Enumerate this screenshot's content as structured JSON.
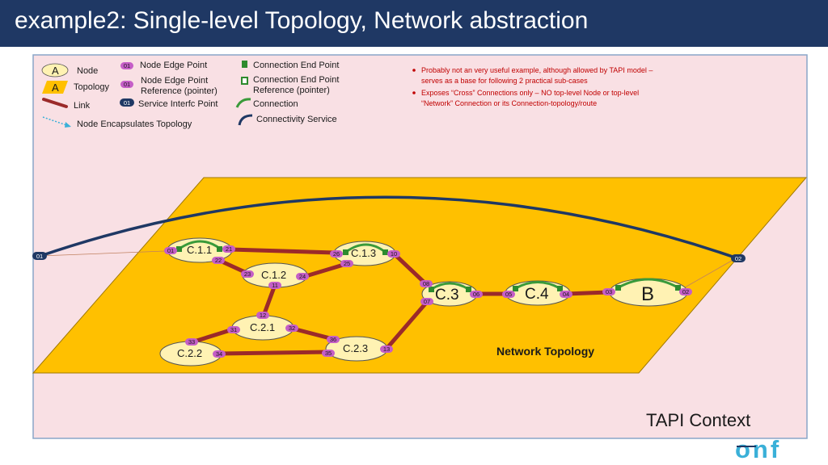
{
  "title": "example2: Single-level Topology, Network abstraction",
  "colors": {
    "title_bar": "#1f3864",
    "context_bg": "#f9e0e4",
    "topology_fill": "#ffc000",
    "node_fill": "#fff2b3",
    "link": "#9b2a2a",
    "nep": "#c55ec7",
    "sip": "#1f3864",
    "connection": "#3a9a3a",
    "cep": "#2e8b2e",
    "service": "#1f3864",
    "note_text": "#c00000"
  },
  "legend": {
    "node_badge": "A",
    "node_label": "Node",
    "topology_badge": "A",
    "topology_label": "Topology",
    "link_label": "Link",
    "encapsulates_label": "Node Encapsulates Topology",
    "nep_badge": "01",
    "nep_label": "Node Edge Point",
    "nepref_badge": "01",
    "nepref_label_1": "Node Edge Point",
    "nepref_label_2": "Reference (pointer)",
    "sip_badge": "01",
    "sip_label": "Service Interfc Point",
    "cep_label": "Connection End Point",
    "cepref_label_1": "Connection End Point",
    "cepref_label_2": "Reference (pointer)",
    "connection_label": "Connection",
    "service_label": "Connectivity Service"
  },
  "notes": [
    {
      "line1": "Probably not an very useful example, although allowed by TAPI model –",
      "line2": "serves as a base for following 2 practical sub-cases"
    },
    {
      "line1": "Exposes “Cross” Connections only – NO top-level Node or top-level",
      "line2": "“Network” Connection or its Connection-topology/route"
    }
  ],
  "nodes": {
    "c11": "C.1.1",
    "c12": "C.1.2",
    "c13": "C.1.3",
    "c21": "C.2.1",
    "c22": "C.2.2",
    "c23": "C.2.3",
    "c3": "C.3",
    "c4": "C.4",
    "b": "B"
  },
  "neps": {
    "c11_01": "01",
    "c11_21": "21",
    "c11_22": "22",
    "c13_26": "26",
    "c13_10": "10",
    "c13_25": "25",
    "c12_23": "23",
    "c12_24": "24",
    "c12_11": "11",
    "c21_12": "12",
    "c21_31": "31",
    "c21_32": "32",
    "c22_33": "33",
    "c22_34": "34",
    "c23_36": "36",
    "c23_35": "35",
    "c23_13": "13",
    "c3_08": "08",
    "c3_06": "06",
    "c3_07": "07",
    "c4_05": "05",
    "c4_04": "04",
    "b_03": "03",
    "b_02": "02"
  },
  "sips": {
    "left": "01",
    "right": "02"
  },
  "topology_label": "Network Topology",
  "context_label": "TAPI Context",
  "logo": "onf"
}
